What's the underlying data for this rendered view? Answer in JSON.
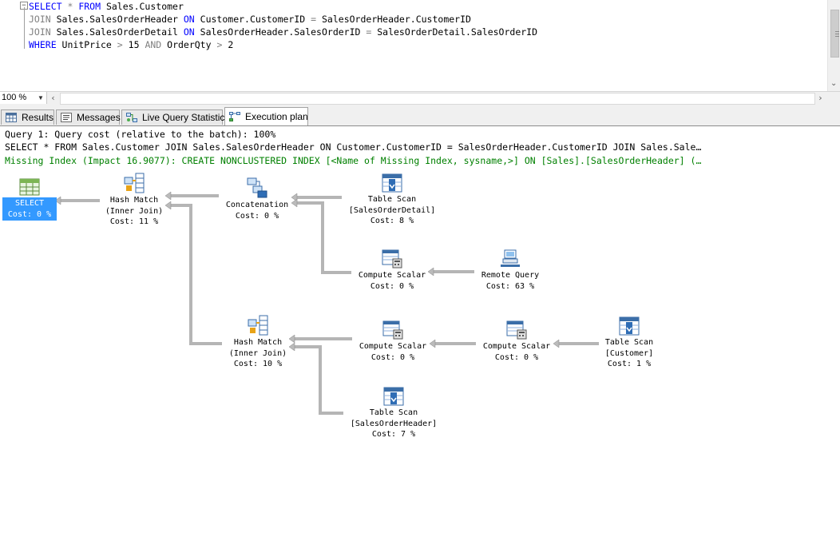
{
  "editor": {
    "lines": [
      {
        "kw1": "SELECT",
        "op1": " * ",
        "kw2": "FROM",
        "rest": " Sales.Customer"
      },
      {
        "kw1": "JOIN",
        "t1": " Sales.SalesOrderHeader ",
        "kw2": "ON",
        "t2": " Customer.CustomerID ",
        "op": "=",
        "t3": " SalesOrderHeader.CustomerID"
      },
      {
        "kw1": "JOIN",
        "t1": " Sales.SalesOrderDetail ",
        "kw2": "ON",
        "t2": " SalesOrderHeader.SalesOrderID ",
        "op": "=",
        "t3": " SalesOrderDetail.SalesOrderID"
      },
      {
        "kw1": "WHERE",
        "t1": " UnitPrice ",
        "op1": ">",
        "t2": " 15 ",
        "kw2": "AND",
        "t3": " OrderQty ",
        "op2": ">",
        "t4": " 2"
      }
    ],
    "collapse_glyph": "−"
  },
  "zoom": {
    "value": "100 %",
    "caret": "▼"
  },
  "scroll": {
    "left": "‹",
    "right": "›",
    "down": "⌄"
  },
  "tabs": [
    {
      "label": "Results",
      "icon": "grid-icon"
    },
    {
      "label": "Messages",
      "icon": "messages-icon"
    },
    {
      "label": "Live Query Statistics",
      "icon": "live-stats-icon"
    },
    {
      "label": "Execution plan",
      "icon": "plan-icon",
      "active": true
    }
  ],
  "plan": {
    "header": [
      "Query 1: Query cost (relative to the batch): 100%",
      "SELECT * FROM Sales.Customer JOIN Sales.SalesOrderHeader ON Customer.CustomerID = SalesOrderHeader.CustomerID JOIN Sales.Sale…",
      "Missing Index (Impact 16.9077): CREATE NONCLUSTERED INDEX [<Name of Missing Index, sysname,>] ON [Sales].[SalesOrderHeader] (…"
    ],
    "nodes": {
      "select": "SELECT\nCost: 0 %",
      "hash_top": "Hash Match\n(Inner Join)\nCost: 11 %",
      "concat": "Concatenation\nCost: 0 %",
      "scan_detail": "Table Scan\n[SalesOrderDetail]\nCost: 8 %",
      "compute_top": "Compute Scalar\nCost: 0 %",
      "remote": "Remote Query\nCost: 63 %",
      "hash_bottom": "Hash Match\n(Inner Join)\nCost: 10 %",
      "compute_mid1": "Compute Scalar\nCost: 0 %",
      "compute_mid2": "Compute Scalar\nCost: 0 %",
      "scan_customer": "Table Scan\n[Customer]\nCost: 1 %",
      "scan_header": "Table Scan\n[SalesOrderHeader]\nCost: 7 %"
    }
  },
  "colors": {
    "keyword": "#0000ff",
    "operator": "#808080",
    "missing_index": "#008000",
    "selection": "#3399ff"
  }
}
